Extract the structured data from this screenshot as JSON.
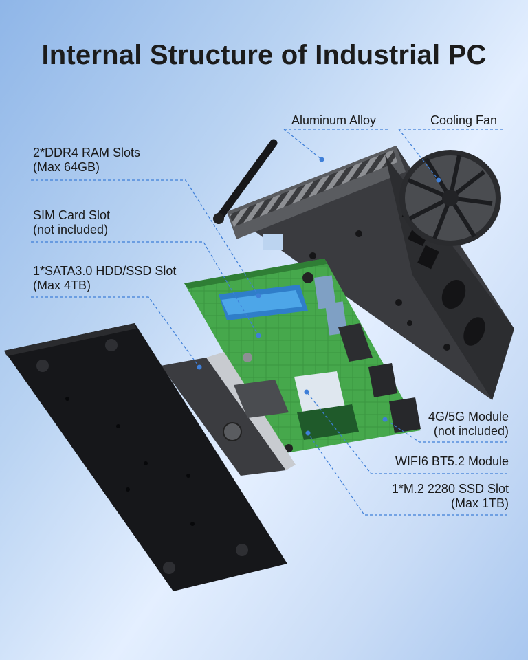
{
  "title": "Internal Structure of Industrial PC",
  "callouts": {
    "aluminum": "Aluminum Alloy",
    "fan": "Cooling Fan",
    "ram_1": "2*DDR4 RAM Slots",
    "ram_2": "(Max 64GB)",
    "sim_1": "SIM Card Slot",
    "sim_2": "(not included)",
    "sata_1": "1*SATA3.0 HDD/SSD Slot",
    "sata_2": "(Max 4TB)",
    "modem_1": "4G/5G Module",
    "modem_2": "(not included)",
    "wifi": "WIFI6 BT5.2 Module",
    "m2_1": "1*M.2 2280 SSD Slot",
    "m2_2": "(Max 1TB)"
  },
  "colors": {
    "leader": "#3f7fd8",
    "pcb": "#3fa046",
    "chassis": "#2f3033",
    "ram_stick": "#3b8fd6"
  }
}
